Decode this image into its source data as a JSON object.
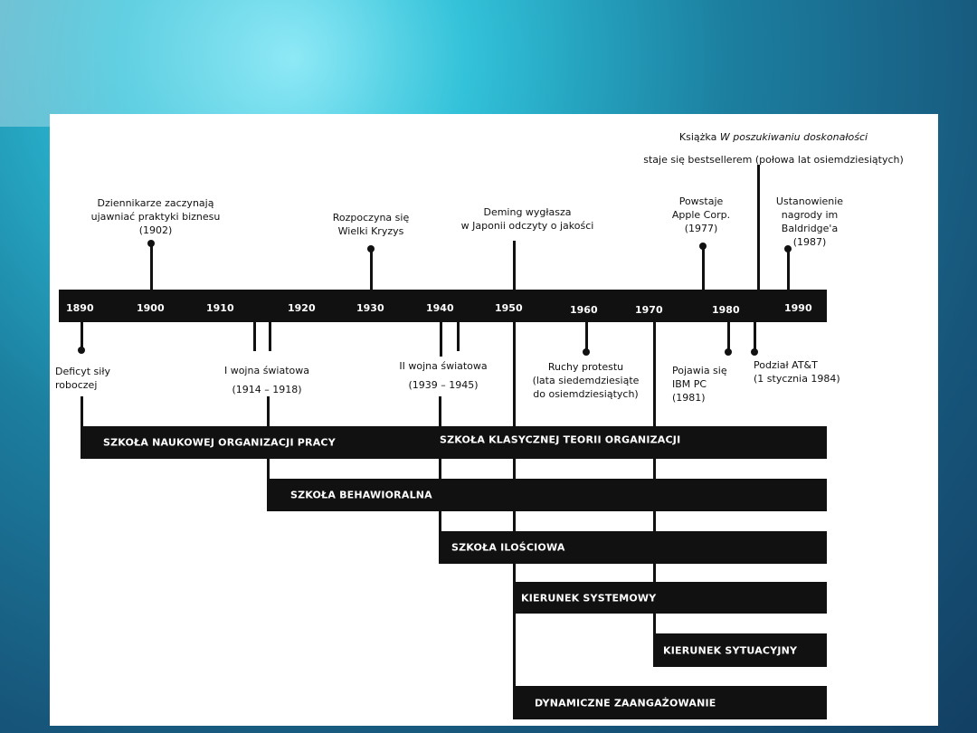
{
  "timeline": {
    "years": [
      "1890",
      "1900",
      "1910",
      "1920",
      "1930",
      "1940",
      "1950",
      "1960",
      "1970",
      "1980",
      "1990"
    ]
  },
  "events_above": {
    "book": {
      "line1_before": "Książka ",
      "line1_italic": "W poszukiwaniu doskonałości",
      "line2": "staje się bestsellerem (połowa lat osiemdziesiątych)"
    },
    "journalists": {
      "lines": [
        "Dziennikarze zaczynają",
        "ujawniać praktyki biznesu",
        "(1902)"
      ]
    },
    "depression": {
      "lines": [
        "Rozpoczyna się",
        "Wielki Kryzys"
      ]
    },
    "deming": {
      "lines": [
        "Deming wygłasza",
        "w Japonii odczyty o jakości"
      ]
    },
    "apple": {
      "lines": [
        "Powstaje",
        "Apple Corp.",
        "(1977)"
      ]
    },
    "baldrige": {
      "lines": [
        "Ustanowienie",
        "nagrody im",
        "Baldridge'a",
        "(1987)"
      ]
    }
  },
  "events_below": {
    "labor": {
      "lines": [
        "Deficyt siły",
        "roboczej"
      ]
    },
    "ww1": {
      "lines": [
        "I wojna światowa",
        "(1914 – 1918)"
      ]
    },
    "ww2": {
      "lines": [
        "II wojna światowa",
        "(1939 – 1945)"
      ]
    },
    "protests": {
      "lines": [
        "Ruchy protestu",
        "(lata siedemdziesiąte",
        "do osiemdziesiątych)"
      ]
    },
    "ibm": {
      "lines": [
        "Pojawia się",
        "IBM PC",
        "(1981)"
      ]
    },
    "att": {
      "lines": [
        "Podział AT&T",
        "(1 stycznia 1984)"
      ]
    }
  },
  "schools": [
    "SZKOŁA NAUKOWEJ ORGANIZACJI PRACY",
    "SZKOŁA KLASYCZNEJ TEORII ORGANIZACJI",
    "SZKOŁA BEHAWIORALNA",
    "SZKOŁA ILOŚCIOWA",
    "KIERUNEK SYSTEMOWY",
    "KIERUNEK SYTUACYJNY",
    "DYNAMICZNE ZAANGAŻOWANIE"
  ]
}
